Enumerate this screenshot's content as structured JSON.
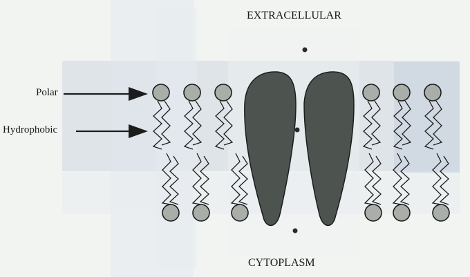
{
  "labels": {
    "extracellular": "EXTRACELLULAR",
    "cytoplasm": "CYTOPLASM",
    "polar": "Polar",
    "hydrophobic": "Hydrophobic"
  },
  "colors": {
    "background": "#f4f6f4",
    "bands": "#cfd7e2",
    "protein": "#4d544f",
    "head_fill": "#a9aea9",
    "line": "#1c1c1c"
  },
  "icons": [
    "arrow-right-icon",
    "ion-dot-icon"
  ]
}
